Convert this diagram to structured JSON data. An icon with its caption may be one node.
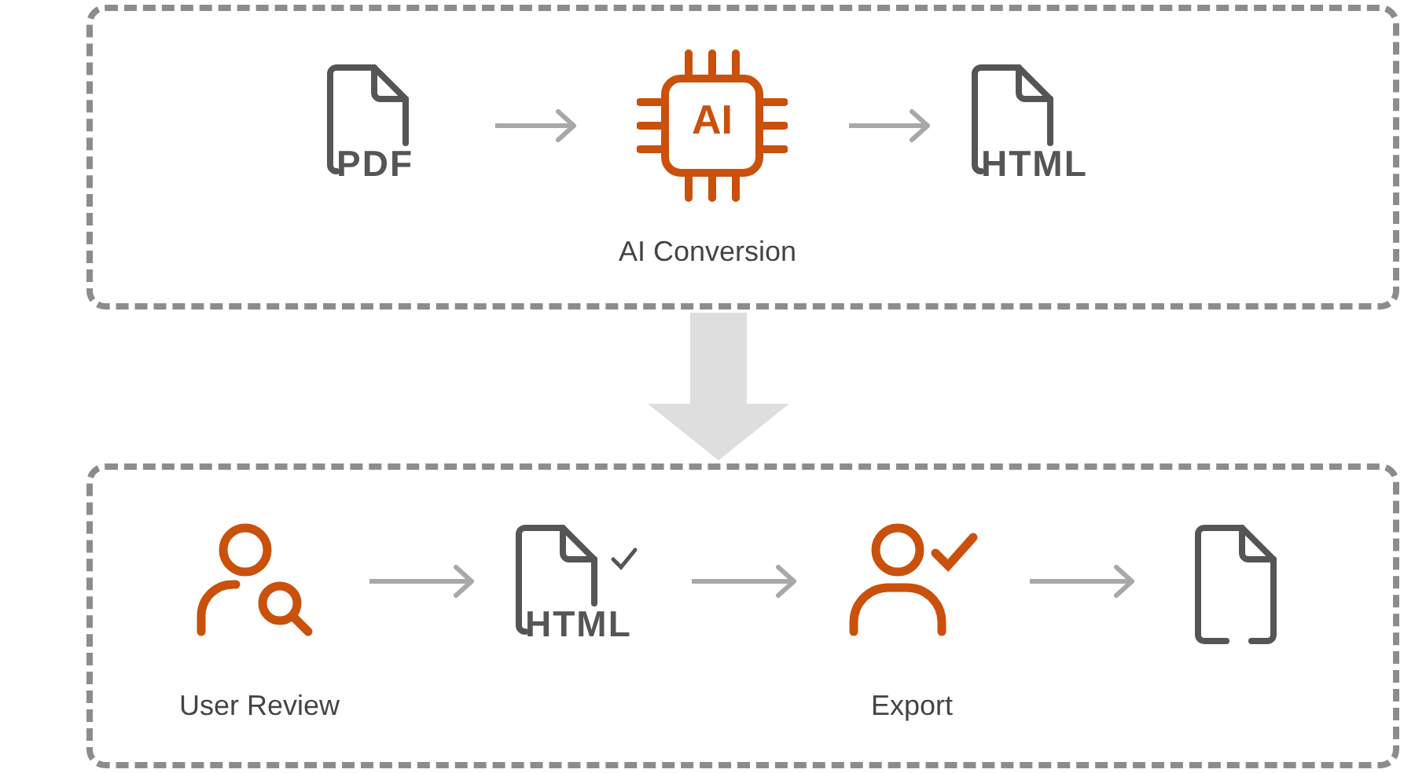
{
  "diagram": {
    "nodes": [
      {
        "text": [
          "AI Conversion"
        ]
      },
      {
        "text": [
          "PDF"
        ],
        "in": 0
      },
      {
        "text": [
          "AI"
        ],
        "in": 0
      },
      {
        "text": [
          "HTML"
        ],
        "in": 0
      },
      {
        "text": [],
        "shape": "box"
      },
      {
        "text": [],
        "shape": "person",
        "beside": [
          "User Review"
        ],
        "in": 4
      },
      {
        "text": [
          "HTML"
        ],
        "in": 4
      },
      {
        "text": [],
        "shape": "person",
        "beside": [
          "Export"
        ],
        "in": 4
      },
      {
        "text": [],
        "shape": "picture",
        "in": 4
      }
    ],
    "edges": [
      {
        "from": 1,
        "to": 2,
        "arrow": "to"
      },
      {
        "from": 2,
        "to": 3,
        "arrow": "to"
      },
      {
        "from": 0,
        "to": 4,
        "arrow": "to",
        "style": "thick",
        "color": "#dedede"
      },
      {
        "from": 5,
        "to": 6,
        "arrow": "to"
      },
      {
        "from": 6,
        "to": 7,
        "arrow": "to"
      },
      {
        "from": 7,
        "to": 8,
        "arrow": "to"
      }
    ]
  }
}
